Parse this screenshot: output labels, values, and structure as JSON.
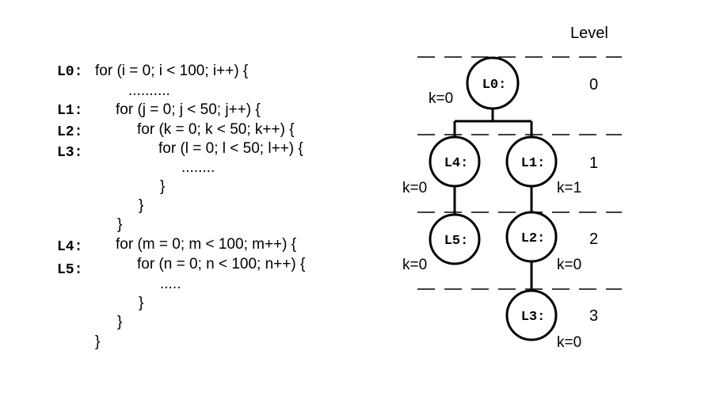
{
  "code": {
    "labels": [
      "L0:",
      "L1:",
      "L2:",
      "L3:",
      "L4:",
      "L5:"
    ],
    "lines": [
      "for (i = 0; i < 100; i++) {",
      "..........",
      "for (j = 0; j < 50; j++) {",
      "for (k = 0; k < 50; k++) {",
      "for (l = 0; l < 50; l++) {",
      "........",
      "}",
      "}",
      "}",
      "for (m = 0; m < 100; m++) {",
      "for (n = 0; n < 100; n++) {",
      ".....",
      "}",
      "}",
      "}"
    ]
  },
  "tree": {
    "level_header": "Level",
    "levels": [
      "0",
      "1",
      "2",
      "3"
    ],
    "nodes": [
      {
        "id": "L0",
        "label": "L0:",
        "k": "k=0"
      },
      {
        "id": "L4",
        "label": "L4:",
        "k": "k=0"
      },
      {
        "id": "L1",
        "label": "L1:",
        "k": "k=1"
      },
      {
        "id": "L5",
        "label": "L5:",
        "k": "k=0"
      },
      {
        "id": "L2",
        "label": "L2:",
        "k": "k=0"
      },
      {
        "id": "L3",
        "label": "L3:",
        "k": "k=0"
      }
    ]
  }
}
